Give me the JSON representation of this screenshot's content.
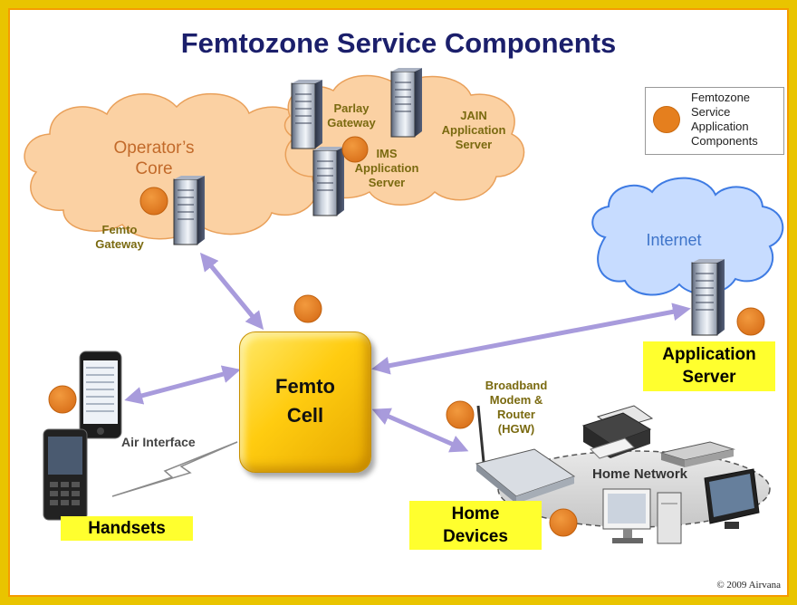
{
  "title": "Femtozone Service Components",
  "legend": {
    "lines": [
      "Femtozone",
      "Service",
      "Application",
      "Components"
    ]
  },
  "clouds": {
    "operator": {
      "label_line1": "Operator’s",
      "label_line2": "Core"
    },
    "internet": {
      "label": "Internet"
    }
  },
  "servers": {
    "parlay": {
      "line1": "Parlay",
      "line2": "Gateway"
    },
    "ims": {
      "line1": "IMS",
      "line2": "Application",
      "line3": "Server"
    },
    "jain": {
      "line1": "JAIN",
      "line2": "Application",
      "line3": "Server"
    },
    "femto_gateway": {
      "line1": "Femto",
      "line2": "Gateway"
    }
  },
  "femto_cell": {
    "line1": "Femto",
    "line2": "Cell"
  },
  "labels": {
    "application_server": {
      "line1": "Application",
      "line2": "Server"
    },
    "handsets": "Handsets",
    "home_devices": {
      "line1": "Home",
      "line2": "Devices"
    },
    "air_interface": "Air Interface",
    "broadband": {
      "line1": "Broadband",
      "line2": "Modem &",
      "line3": "Router",
      "line4": "(HGW)"
    },
    "home_network": "Home Network"
  },
  "copyright": "© 2009 Airvana",
  "colors": {
    "frame": "#e9c400",
    "component_dot": "#e57f1e",
    "operator_cloud": "#fbd1a3",
    "internet_cloud": "#c7dcff",
    "arrow": "#a89bdc",
    "femto_cell": "#ffcc10",
    "label_bg": "#ffff2e",
    "title": "#1b1f6b"
  }
}
